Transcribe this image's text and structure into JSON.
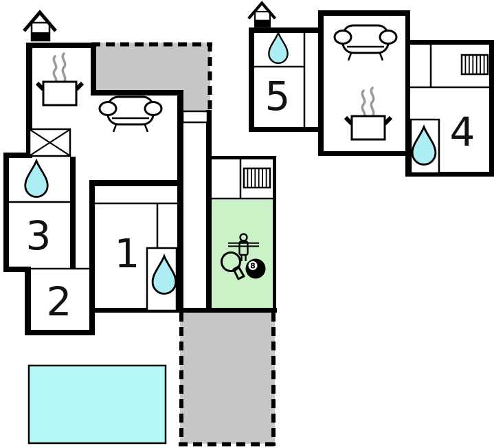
{
  "plan": {
    "name": "holiday-home-floor-plan",
    "rooms": {
      "bedroom_1": {
        "label": "1"
      },
      "bedroom_2": {
        "label": "2"
      },
      "bedroom_3": {
        "label": "3"
      },
      "bedroom_4": {
        "label": "4"
      },
      "bedroom_5": {
        "label": "5"
      }
    },
    "game_room": {
      "eight_ball_label": "8"
    },
    "icons": [
      "chimney-icon",
      "stove-pot-icon",
      "steam-icon",
      "sofa-icon",
      "water-drop-icon",
      "cross-box-icon",
      "radiator-icon",
      "table-tennis-paddle-icon",
      "foosball-player-icon",
      "eight-ball-icon",
      "door-icon",
      "pool"
    ],
    "colors": {
      "terrace_gray": "#c7c7c7",
      "game_green": "#cbf2c6",
      "water_blue": "#aceef3",
      "pool_blue": "#b4f8f8",
      "wall_black": "#000000",
      "steam_gray": "#999999",
      "paper_white": "#ffffff"
    }
  }
}
